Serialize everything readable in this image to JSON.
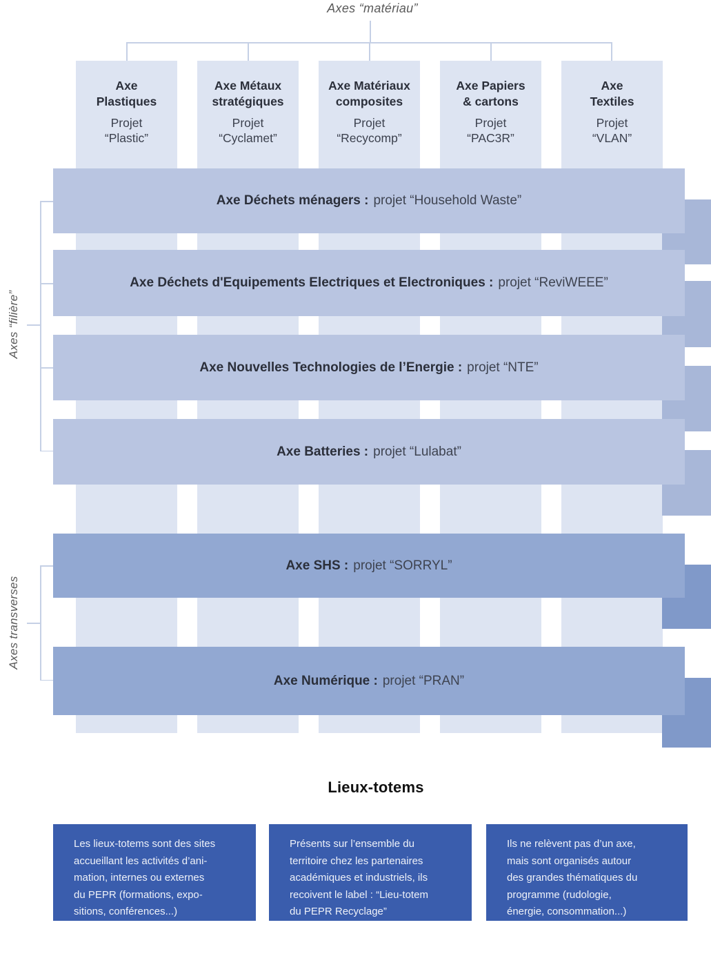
{
  "top_label": "Axes “matériau”",
  "material_axes": [
    {
      "title": "Axe\nPlastiques",
      "project": "Projet\n“Plastic”"
    },
    {
      "title": "Axe Métaux\nstratégiques",
      "project": "Projet\n“Cyclamet”"
    },
    {
      "title": "Axe Matériaux\ncomposites",
      "project": "Projet\n“Recycomp”"
    },
    {
      "title": "Axe Papiers\n& cartons",
      "project": "Projet\n“PAC3R”"
    },
    {
      "title": "Axe\nTextiles",
      "project": "Projet\n“VLAN”"
    }
  ],
  "filiere_label": "Axes “filière”",
  "filiere_axes": [
    {
      "strong": "Axe Déchets ménagers :",
      "light": "projet “Household Waste”"
    },
    {
      "strong": "Axe Déchets d'Equipements Electriques et Electroniques :",
      "light": "projet “ReviWEEE”"
    },
    {
      "strong": "Axe Nouvelles Technologies de l’Energie :",
      "light": "projet “NTE”"
    },
    {
      "strong": "Axe Batteries :",
      "light": "projet “Lulabat”"
    }
  ],
  "transverse_label": "Axes transverses",
  "transverse_axes": [
    {
      "strong": "Axe SHS :",
      "light": "projet “SORRYL”"
    },
    {
      "strong": "Axe Numérique :",
      "light": "projet “PRAN”"
    }
  ],
  "lieux_totems": {
    "title": "Lieux-totems",
    "boxes": [
      "Les lieux-totems sont des sites\naccueillant les activités d’ani-\nmation, internes ou externes\ndu PEPR (formations, expo-\nsitions, conférences...)",
      "Présents sur l’ensemble du\nterritoire chez les partenaires\nacadémiques et industriels, ils\nrecoivent le label : “Lieu-totem\ndu PEPR Recyclage”",
      "Ils ne relèvent pas d’un axe,\nmais sont organisés autour\ndes grandes thématiques du\nprogramme (rudologie,\nénergie, consommation...)"
    ]
  },
  "colors": {
    "light": "#dde4f2",
    "filiere_bar": "#b9c5e1",
    "filiere_shadow": "#a8b7d8",
    "trans_bar": "#92a8d2",
    "trans_shadow": "#8099c9",
    "deep_box": "#3a5dad",
    "line": "#c5d0e5",
    "label_gray": "#595959",
    "dark_text": "#2b2f3a"
  }
}
